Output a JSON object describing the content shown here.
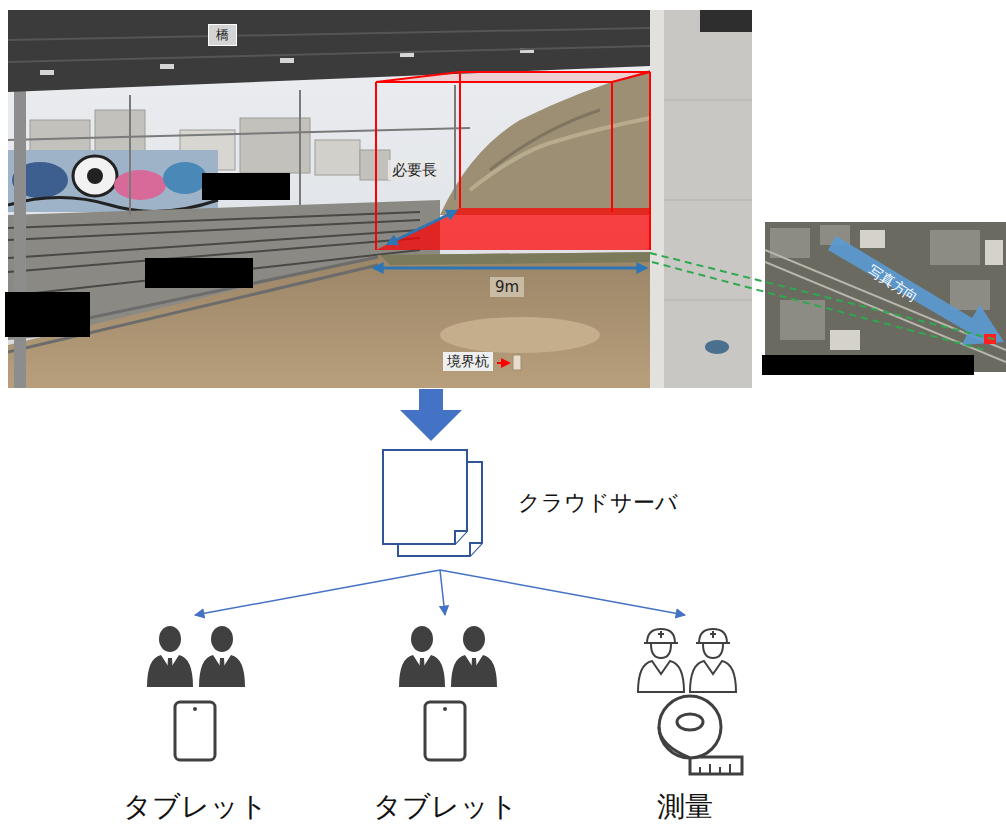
{
  "diagram": {
    "nodes": [
      {
        "text": [
          "クラウドサーバ"
        ]
      },
      {
        "text": [
          "タブレット"
        ]
      },
      {
        "text": [
          "タブレット"
        ]
      },
      {
        "text": [
          "測量"
        ]
      }
    ],
    "edges": [
      {
        "from": 0,
        "to": 1,
        "arrow": "to"
      },
      {
        "from": 0,
        "to": 2,
        "arrow": "to"
      },
      {
        "from": 0,
        "to": 3,
        "arrow": "to"
      }
    ],
    "labels": [
      "橋",
      "必要長",
      "9m",
      "境界杭",
      "写真方向"
    ]
  }
}
